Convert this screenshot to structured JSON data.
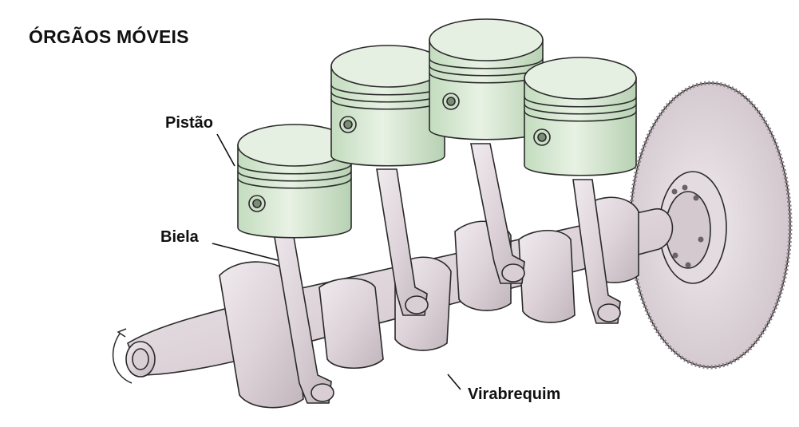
{
  "title": "ÓRGÃOS MÓVEIS",
  "labels": {
    "piston": "Pistão",
    "rod": "Biela",
    "crankshaft": "Virabrequim"
  },
  "colors": {
    "piston_fill": "#d6e8d2",
    "piston_top": "#e4efe0",
    "metal_fill": "#e6dfe3",
    "metal_shadow": "#c9bec5",
    "outline": "#2a2a2a"
  }
}
